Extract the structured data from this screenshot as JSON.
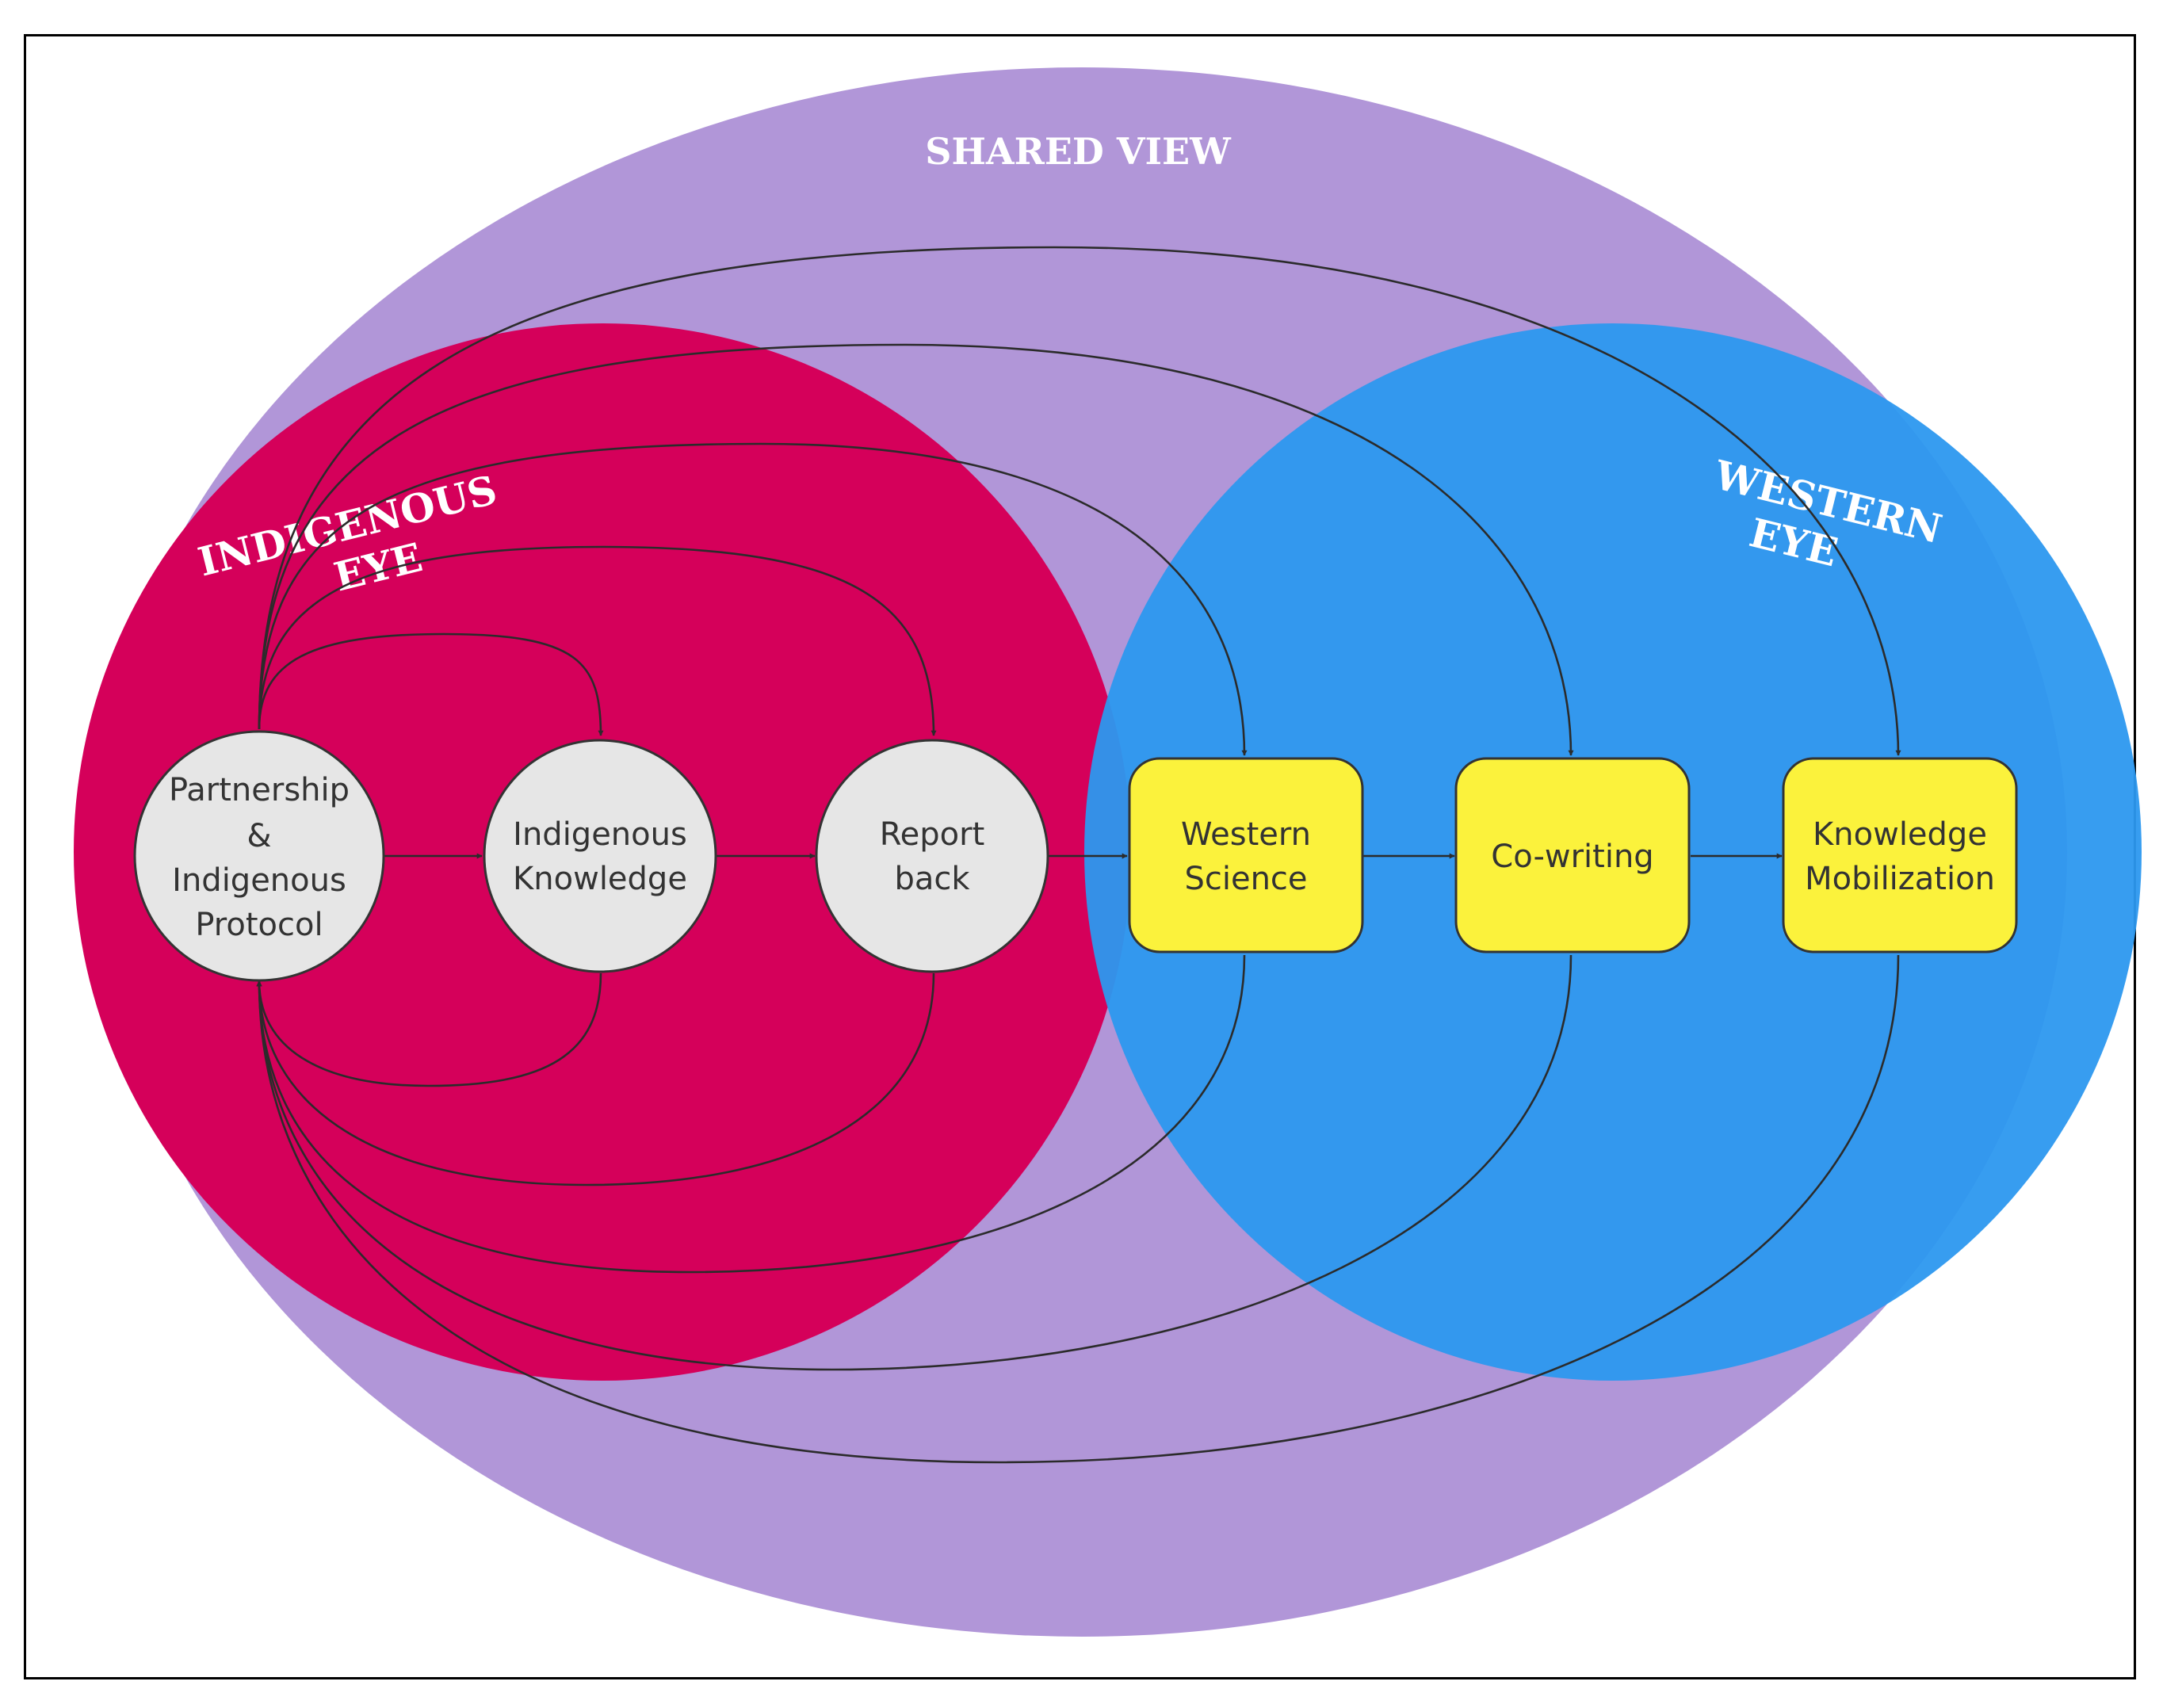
{
  "regions": {
    "shared": {
      "label": "SHARED VIEW",
      "color": "#b196d8"
    },
    "indigenous": {
      "label_line1": "INDIGENOUS",
      "label_line2": "EYE",
      "color": "#d5005a"
    },
    "western": {
      "label_line1": "WESTERN",
      "label_line2": "EYE",
      "color": "#2c98ef"
    }
  },
  "nodes": {
    "partnership": {
      "shape": "circle",
      "lines": [
        "Partnership",
        "&",
        "Indigenous",
        "Protocol"
      ],
      "fill": "#e6e6e6"
    },
    "indigenous_knowledge": {
      "shape": "circle",
      "lines": [
        "Indigenous",
        "Knowledge"
      ],
      "fill": "#e6e6e6"
    },
    "report_back": {
      "shape": "circle",
      "lines": [
        "Report",
        "back"
      ],
      "fill": "#e6e6e6"
    },
    "western_science": {
      "shape": "rounded-box",
      "lines": [
        "Western",
        "Science"
      ],
      "fill": "#fbf23c"
    },
    "co_writing": {
      "shape": "rounded-box",
      "lines": [
        "Co-writing"
      ],
      "fill": "#fbf23c"
    },
    "knowledge_mobilization": {
      "shape": "rounded-box",
      "lines": [
        "Knowledge",
        "Mobilization"
      ],
      "fill": "#fbf23c"
    }
  },
  "edges": [
    {
      "from": "partnership",
      "to": "indigenous_knowledge",
      "kind": "sequence"
    },
    {
      "from": "indigenous_knowledge",
      "to": "report_back",
      "kind": "sequence"
    },
    {
      "from": "report_back",
      "to": "western_science",
      "kind": "sequence"
    },
    {
      "from": "western_science",
      "to": "co_writing",
      "kind": "sequence"
    },
    {
      "from": "co_writing",
      "to": "knowledge_mobilization",
      "kind": "sequence"
    },
    {
      "from": "partnership",
      "to": "indigenous_knowledge",
      "kind": "forward-arc"
    },
    {
      "from": "partnership",
      "to": "report_back",
      "kind": "forward-arc"
    },
    {
      "from": "partnership",
      "to": "western_science",
      "kind": "forward-arc"
    },
    {
      "from": "partnership",
      "to": "co_writing",
      "kind": "forward-arc"
    },
    {
      "from": "partnership",
      "to": "knowledge_mobilization",
      "kind": "forward-arc"
    },
    {
      "from": "indigenous_knowledge",
      "to": "partnership",
      "kind": "return-arc"
    },
    {
      "from": "report_back",
      "to": "partnership",
      "kind": "return-arc"
    },
    {
      "from": "western_science",
      "to": "partnership",
      "kind": "return-arc"
    },
    {
      "from": "co_writing",
      "to": "partnership",
      "kind": "return-arc"
    },
    {
      "from": "knowledge_mobilization",
      "to": "partnership",
      "kind": "return-arc"
    }
  ],
  "colors": {
    "line": "#2b2b2b",
    "node_stroke": "#333333",
    "frame": "#000000"
  }
}
